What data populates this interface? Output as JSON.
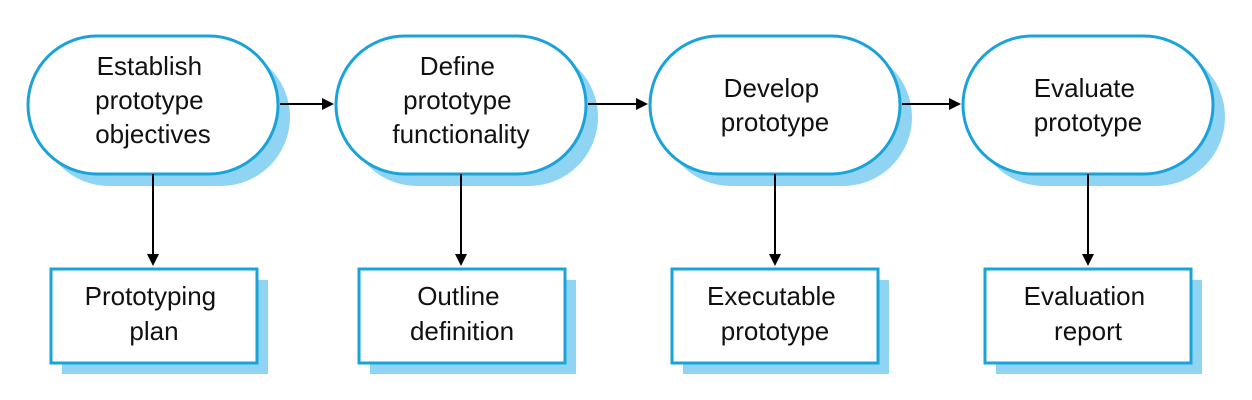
{
  "colors": {
    "stroke": "#1aa3d9",
    "shadow": "#8fd4f2",
    "fill": "#ffffff",
    "arrow": "#000000",
    "text": "#111111"
  },
  "processes": [
    {
      "lines": [
        "Establish",
        "prototype",
        "objectives"
      ]
    },
    {
      "lines": [
        "Define",
        "prototype",
        "functionality"
      ]
    },
    {
      "lines": [
        "Develop",
        "prototype"
      ]
    },
    {
      "lines": [
        "Evaluate",
        "prototype"
      ]
    }
  ],
  "outputs": [
    {
      "lines": [
        "Prototyping",
        "plan"
      ]
    },
    {
      "lines": [
        "Outline",
        "definition"
      ]
    },
    {
      "lines": [
        "Executable",
        "prototype"
      ]
    },
    {
      "lines": [
        "Evaluation",
        "report"
      ]
    }
  ]
}
